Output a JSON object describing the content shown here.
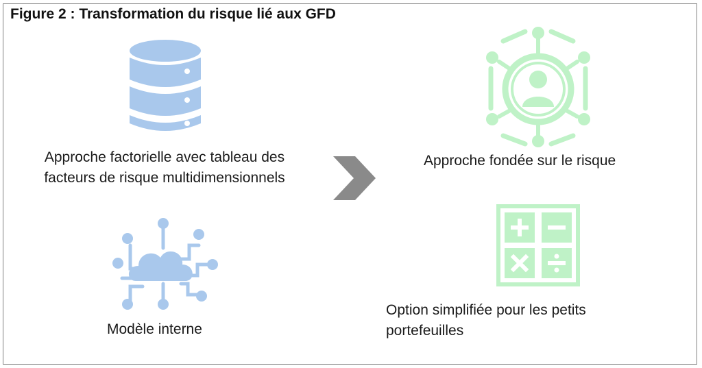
{
  "figure": {
    "title": "Figure 2 : Transformation du risque lié aux GFD"
  },
  "left": {
    "factorial_caption_line1": "Approche factorielle avec tableau des",
    "factorial_caption_line2": "facteurs de risque multidimensionnels",
    "internal_model_caption": "Modèle interne",
    "icons": [
      "database-icon",
      "cloud-network-icon"
    ]
  },
  "right": {
    "risk_based_caption": "Approche fondée sur le risque",
    "simplified_caption_line1": "Option simplifiée pour les petits",
    "simplified_caption_line2": "portefeuilles",
    "icons": [
      "user-network-icon",
      "calculator-icon"
    ]
  },
  "colors": {
    "left_icon_blue": "#a9c8ec",
    "right_icon_green": "#bff2c7",
    "arrow_gray": "#8a8a8a",
    "frame_gray": "#7f7f7f"
  }
}
